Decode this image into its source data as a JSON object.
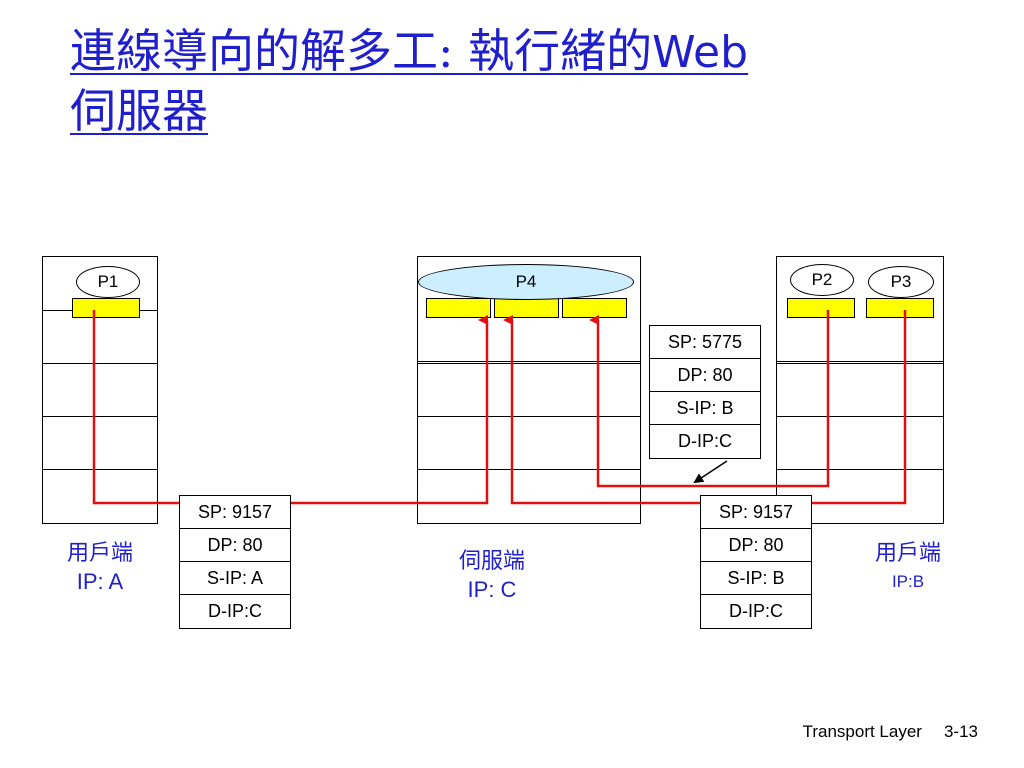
{
  "title": {
    "line1": "連線導向的解多工: 執行緒的",
    "web": "Web",
    "line2": "伺服器"
  },
  "processes": {
    "p1": "P1",
    "p2": "P2",
    "p3": "P3",
    "p4": "P4"
  },
  "packets": [
    {
      "sp": "SP: 9157",
      "dp": "DP: 80",
      "sip": "S-IP: A",
      "dip": "D-IP:C"
    },
    {
      "sp": "SP: 5775",
      "dp": "DP: 80",
      "sip": "S-IP: B",
      "dip": "D-IP:C"
    },
    {
      "sp": "SP: 9157",
      "dp": "DP: 80",
      "sip": "S-IP: B",
      "dip": "D-IP:C"
    }
  ],
  "hosts": {
    "client_a": {
      "name": "用戶端",
      "ip": "IP: A"
    },
    "server_c": {
      "name": "伺服端",
      "ip": "IP: C"
    },
    "client_b": {
      "name": "用戶端",
      "ip": "IP:B"
    }
  },
  "footer": {
    "section": "Transport Layer",
    "page": "3-13"
  },
  "colors": {
    "title": "#1f1fcc",
    "socket": "#ffff00",
    "flow": "#e01010",
    "p4_fill": "#cceeff"
  }
}
